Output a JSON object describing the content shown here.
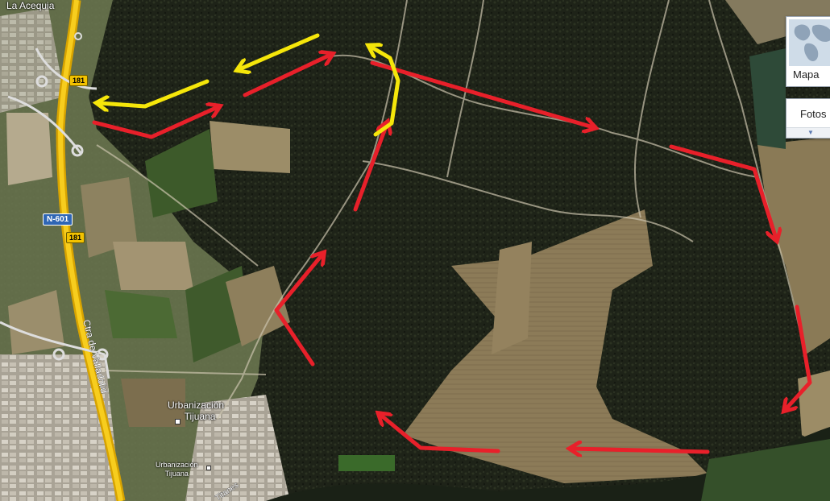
{
  "map": {
    "places": {
      "la_acequia": "La Acequia",
      "urbanizacion_tijuana_1": "Urbanización",
      "urbanizacion_tijuana_1b": "Tijuana",
      "urbanizacion_tijuana_2": "Urbanización",
      "urbanizacion_tijuana_2b": "Tijuana",
      "titanes": "Titanes"
    },
    "roads": {
      "shield_181_top": "181",
      "shield_181_bottom": "181",
      "shield_n601": "N-601",
      "ctra_valladolid": "Ctra de Valladolid"
    },
    "controls": {
      "map_type_label": "Mapa",
      "photos_label": "Fotos"
    },
    "route_colors": {
      "red": "#e8202a",
      "yellow": "#f5e60a"
    }
  }
}
